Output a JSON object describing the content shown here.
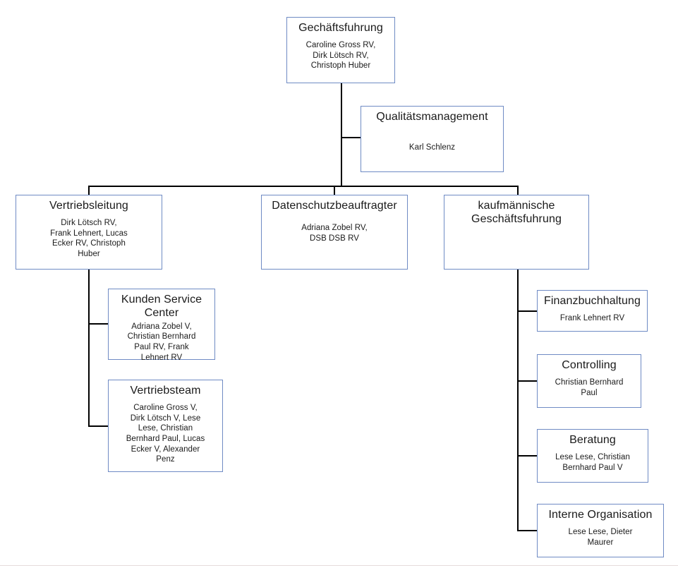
{
  "chart": {
    "type": "org-chart",
    "nodes": [
      {
        "id": "geschaeftsfuhrung",
        "title": "Gechäftsfuhrung",
        "members": "Caroline Gross RV,\nDirk Lötsch RV,\nChristoph Huber",
        "level": 0
      },
      {
        "id": "qualitaetsmanagement",
        "title": "Qualitätsmanagement",
        "members": "Karl Schlenz",
        "level": 1
      },
      {
        "id": "vertriebsleitung",
        "title": "Vertriebsleitung",
        "members": "Dirk Lötsch RV,\nFrank Lehnert, Lucas\nEcker RV, Christoph\nHuber",
        "level": 1
      },
      {
        "id": "datenschutzbeauftragter",
        "title": "Datenschutzbeauftragter",
        "members": "Adriana Zobel RV,\nDSB DSB RV",
        "level": 1
      },
      {
        "id": "kaufmaennische-geschaeftsfuhrung",
        "title": "kaufmännische\nGeschäftsfuhrung",
        "members": "",
        "level": 1
      },
      {
        "id": "kunden-service-center",
        "title": "Kunden Service\nCenter",
        "members": "Adriana Zobel V,\nChristian Bernhard\nPaul RV, Frank\nLehnert RV",
        "level": 2
      },
      {
        "id": "vertriebsteam",
        "title": "Vertriebsteam",
        "members": "Caroline Gross V,\nDirk Lötsch V, Lese\nLese, Christian\nBernhard Paul, Lucas\nEcker V, Alexander\nPenz",
        "level": 2
      },
      {
        "id": "finanzbuchhaltung",
        "title": "Finanzbuchhaltung",
        "members": "Frank Lehnert RV",
        "level": 2
      },
      {
        "id": "controlling",
        "title": "Controlling",
        "members": "Christian Bernhard\nPaul",
        "level": 2
      },
      {
        "id": "beratung",
        "title": "Beratung",
        "members": "Lese Lese, Christian\nBernhard Paul V",
        "level": 2
      },
      {
        "id": "interne-organisation",
        "title": "Interne Organisation",
        "members": "Lese Lese, Dieter\nMaurer",
        "level": 2
      }
    ],
    "colors": {
      "box_border": "#6f8bc4",
      "box_fill": "#ffffff",
      "connector": "#000000",
      "text": "#1a1a1a",
      "page_rule": "#e6dcdc"
    }
  }
}
